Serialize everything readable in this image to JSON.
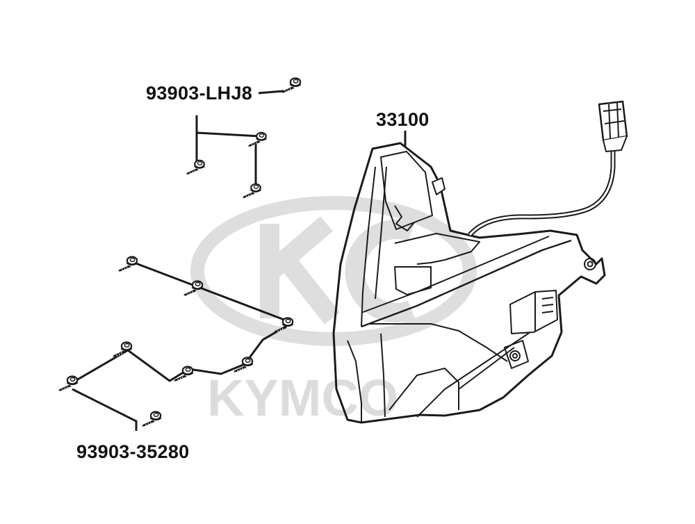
{
  "watermark": {
    "brand": "KYMCO",
    "color": "#d6d6d6"
  },
  "parts": {
    "screw_top": {
      "part_number": "93903-LHJ8"
    },
    "headlight": {
      "part_number": "33100"
    },
    "screw_bottom": {
      "part_number": "93903-35280"
    }
  },
  "colors": {
    "line": "#1a1a1a",
    "fill": "#ffffff"
  }
}
